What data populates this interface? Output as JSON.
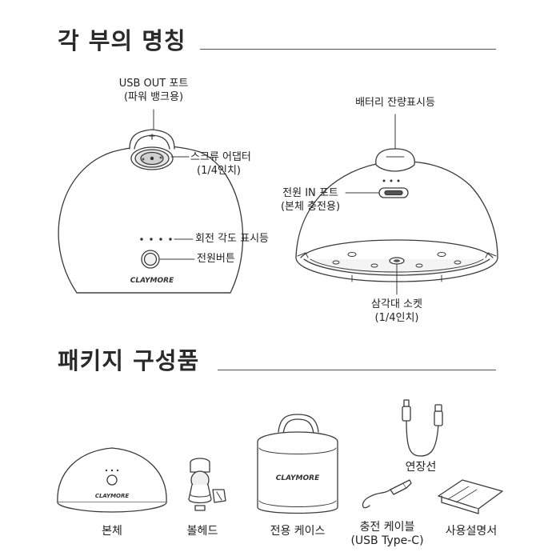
{
  "sections": {
    "parts": {
      "title": "각 부의 명칭"
    },
    "package": {
      "title": "패키지 구성품"
    }
  },
  "brand": "CLAYMORE",
  "callouts": {
    "usb_out": {
      "line1": "USB OUT 포트",
      "line2": "(파워 뱅크용)"
    },
    "screw_adapter": {
      "line1": "스크류 어댑터",
      "line2": "(1/4인치)"
    },
    "rotation_indicator": {
      "line1": "회전 각도 표시등"
    },
    "power_button": {
      "line1": "전원버튼"
    },
    "battery_indicator": {
      "line1": "배터리 잔량표시등"
    },
    "power_in": {
      "line1": "전원 IN 포트",
      "line2": "(본체 충전용)"
    },
    "tripod_socket": {
      "line1": "삼각대 소켓",
      "line2": "(1/4인치)"
    }
  },
  "package_items": [
    {
      "line1": "본체",
      "line2": ""
    },
    {
      "line1": "볼헤드",
      "line2": ""
    },
    {
      "line1": "전용 케이스",
      "line2": ""
    },
    {
      "line1": "충전 케이블",
      "line2": "(USB Type-C)"
    },
    {
      "line1": "사용설명서",
      "line2": ""
    },
    {
      "line1": "연장선",
      "line2": ""
    }
  ]
}
